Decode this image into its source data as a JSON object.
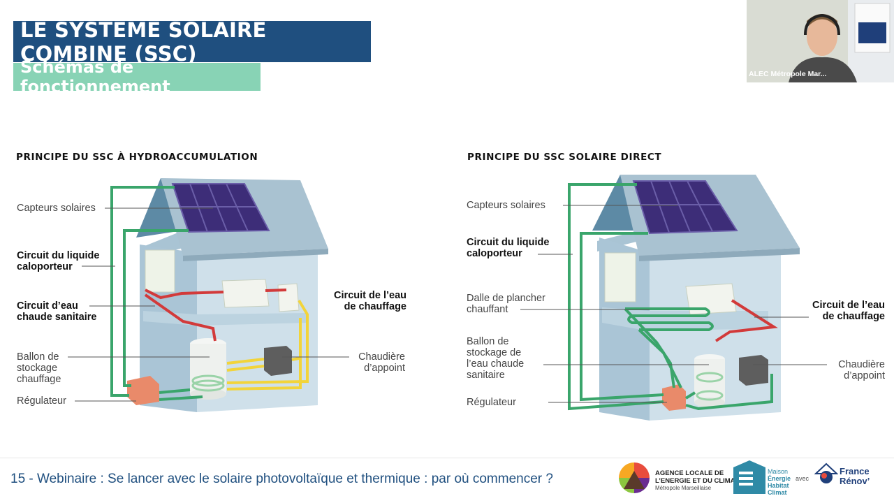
{
  "header": {
    "title": "LE SYSTEME SOLAIRE COMBINE (SSC)",
    "subtitle": "Schémas de fonctionnement"
  },
  "video": {
    "participant_name": "ALEC Métropole Mar..."
  },
  "left_diagram": {
    "title": "PRINCIPE DU SSC À HYDROACCUMULATION",
    "labels": {
      "capteurs": "Capteurs solaires",
      "circuit_liquide": "Circuit du liquide\ncaloporteur",
      "circuit_eau_sanitaire": "Circuit d’eau\nchaude sanitaire",
      "ballon": "Ballon de\nstockage\nchauffage",
      "regulateur": "Régulateur",
      "circuit_chauffage": "Circuit de l’eau\nde chauffage",
      "chaudiere": "Chaudière\nd’appoint"
    }
  },
  "right_diagram": {
    "title": "PRINCIPE DU SSC SOLAIRE DIRECT",
    "labels": {
      "capteurs": "Capteurs solaires",
      "circuit_liquide": "Circuit du liquide\ncaloporteur",
      "dalle": "Dalle de plancher\nchauffant",
      "ballon": "Ballon de\nstockage de\nl’eau chaude\nsanitaire",
      "regulateur": "Régulateur",
      "circuit_chauffage": "Circuit de l’eau\nde chauffage",
      "chaudiere": "Chaudière\nd’appoint"
    }
  },
  "footer": {
    "text": "15 - Webinaire : Se lancer avec le solaire photovoltaïque et thermique : par où commencer ?",
    "logo_alec_lines": [
      "AGENCE LOCALE DE",
      "L’ENERGIE ET DU CLIMAT"
    ],
    "logo_alec_sub": "Métropole Marseillaise",
    "logo_maison_lines": [
      "Maison",
      "Énergie",
      "Habitat",
      "Climat"
    ],
    "avec": "avec",
    "logo_france_lines": [
      "France",
      "Rénov’"
    ]
  },
  "colors": {
    "title_bg": "#1f4f7f",
    "subtitle_bg": "#88d3b5",
    "pipe_green": "#3aa56b",
    "pipe_red": "#d23a3a",
    "pipe_yellow": "#f2d43a",
    "panel": "#3d2d78"
  }
}
